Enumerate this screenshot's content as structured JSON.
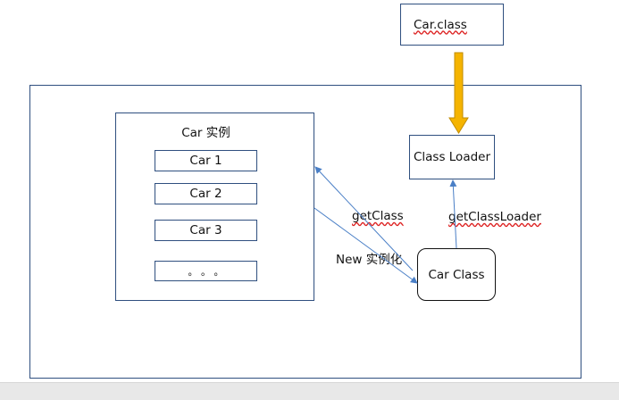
{
  "nodes": {
    "car_class_file": "Car.class",
    "class_loader": "Class Loader",
    "car_class_obj": "Car Class",
    "car_instances_title": "Car 实例",
    "car_items": [
      "Car 1",
      "Car 2",
      "Car 3",
      "。 。 。"
    ]
  },
  "edges": {
    "get_class": "getClass",
    "new_instance": "New 实例化",
    "get_class_loader": "getClassLoader"
  },
  "colors": {
    "box_border": "#2f4f7f",
    "arrow_line": "#4a7fc6",
    "load_arrow_fill": "#f5b400",
    "load_arrow_stroke": "#c08b00",
    "spell_underline": "#dd2222",
    "status_bar": "#e8e8e8"
  }
}
